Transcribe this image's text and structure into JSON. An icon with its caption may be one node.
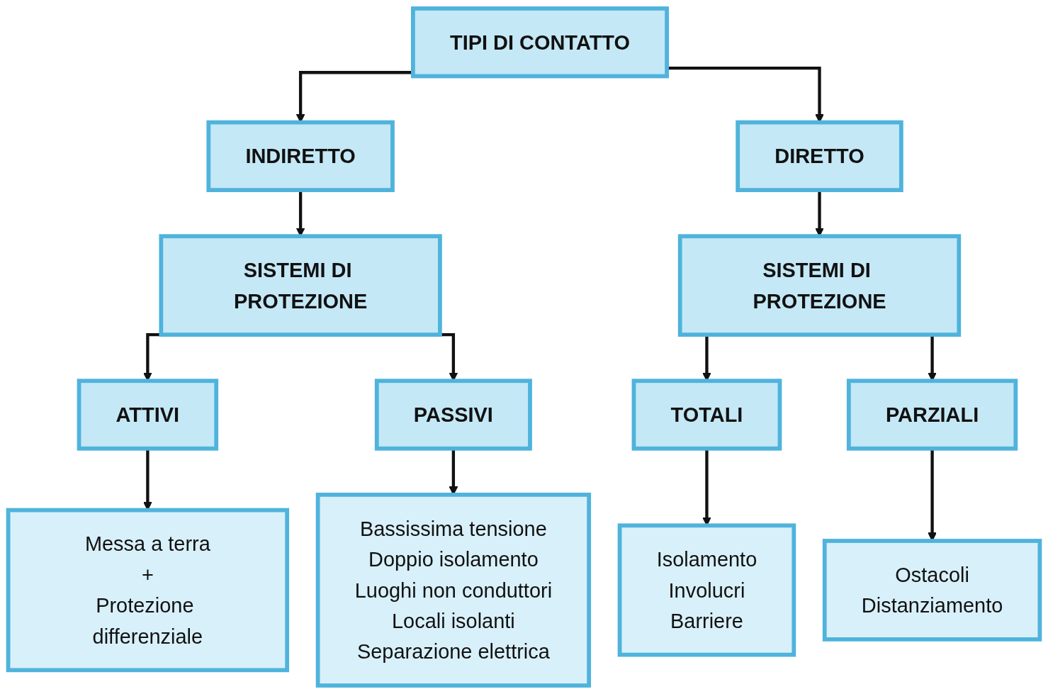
{
  "diagram": {
    "nodes": [
      {
        "text": [
          "TIPI DI CONTATTO"
        ]
      },
      {
        "text": [
          "INDIRETTO"
        ]
      },
      {
        "text": [
          "DIRETTO"
        ]
      },
      {
        "text": [
          "SISTEMI DI PROTEZIONE"
        ]
      },
      {
        "text": [
          "SISTEMI DI PROTEZIONE"
        ]
      },
      {
        "text": [
          "ATTIVI"
        ]
      },
      {
        "text": [
          "PASSIVI"
        ]
      },
      {
        "text": [
          "TOTALI"
        ]
      },
      {
        "text": [
          "PARZIALI"
        ]
      },
      {
        "text": [
          "Messa a terra",
          "+",
          "Protezione differenziale"
        ]
      },
      {
        "text": [
          "Bassissima tensione",
          "Doppio isolamento",
          "Luoghi non conduttori",
          "Locali isolanti",
          "Separazione elettrica"
        ]
      },
      {
        "text": [
          "Isolamento",
          "Involucri",
          "Barriere"
        ]
      },
      {
        "text": [
          "Ostacoli",
          "Distanziamento"
        ]
      }
    ],
    "edges": [
      {
        "from": 0,
        "to": 1,
        "arrow": "to"
      },
      {
        "from": 0,
        "to": 2,
        "arrow": "to"
      },
      {
        "from": 1,
        "to": 3,
        "arrow": "to"
      },
      {
        "from": 2,
        "to": 4,
        "arrow": "to"
      },
      {
        "from": 3,
        "to": 5,
        "arrow": "to"
      },
      {
        "from": 3,
        "to": 6,
        "arrow": "to"
      },
      {
        "from": 4,
        "to": 7,
        "arrow": "to"
      },
      {
        "from": 4,
        "to": 8,
        "arrow": "to"
      },
      {
        "from": 5,
        "to": 9,
        "arrow": "to"
      },
      {
        "from": 6,
        "to": 10,
        "arrow": "to"
      },
      {
        "from": 7,
        "to": 11,
        "arrow": "to"
      },
      {
        "from": 8,
        "to": 12,
        "arrow": "to"
      }
    ]
  }
}
